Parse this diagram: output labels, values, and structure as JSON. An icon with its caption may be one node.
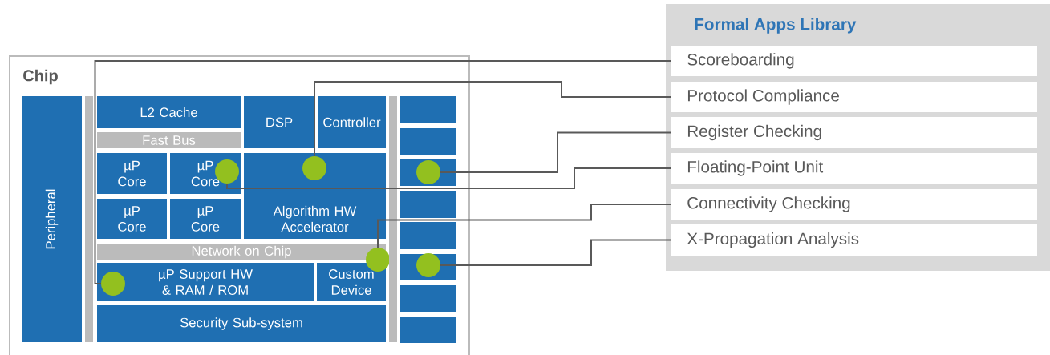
{
  "diagram": {
    "nodes": [
      {
        "text": [
          "Chip"
        ]
      },
      {
        "text": [
          "Peripheral"
        ],
        "in": 0
      },
      {
        "text": [
          "L2 Cache"
        ],
        "in": 0
      },
      {
        "text": [
          "Fast Bus"
        ],
        "in": 0
      },
      {
        "text": [
          "DSP"
        ],
        "in": 0
      },
      {
        "text": [
          "Controller"
        ],
        "in": 0
      },
      {
        "text": [
          "µP Core"
        ],
        "in": 0
      },
      {
        "text": [
          "µP Core"
        ],
        "in": 0
      },
      {
        "text": [
          "µP Core"
        ],
        "in": 0
      },
      {
        "text": [
          "µP Core"
        ],
        "in": 0
      },
      {
        "text": [
          "Algorithm HW Accelerator"
        ],
        "in": 0
      },
      {
        "text": [
          "Network on Chip"
        ],
        "in": 0
      },
      {
        "text": [
          "µP Support HW & RAM / ROM"
        ],
        "in": 0
      },
      {
        "text": [
          "Custom Device"
        ],
        "in": 0
      },
      {
        "text": [
          "Security Sub-system"
        ],
        "in": 0
      },
      {
        "text": [],
        "shape": "box",
        "in": 0
      },
      {
        "text": [],
        "shape": "box",
        "in": 0
      },
      {
        "text": [],
        "shape": "box",
        "in": 0
      },
      {
        "text": [],
        "shape": "box",
        "in": 0
      },
      {
        "text": [],
        "shape": "box",
        "in": 0
      },
      {
        "text": [],
        "shape": "box",
        "in": 0
      },
      {
        "text": [],
        "shape": "box",
        "in": 0
      },
      {
        "text": [],
        "shape": "box",
        "in": 0
      },
      {
        "text": [],
        "shape": "circle",
        "in": 10
      },
      {
        "text": [],
        "shape": "circle",
        "in": 7
      },
      {
        "text": [],
        "shape": "circle",
        "in": 17
      },
      {
        "text": [],
        "shape": "circle",
        "in": 0
      },
      {
        "text": [],
        "shape": "circle",
        "in": 20
      },
      {
        "text": [],
        "shape": "circle",
        "in": 12
      },
      {
        "text": [
          "Formal Apps Library"
        ]
      },
      {
        "text": [
          "Scoreboarding"
        ],
        "in": 29
      },
      {
        "text": [
          "Protocol Compliance"
        ],
        "in": 29
      },
      {
        "text": [
          "Register Checking"
        ],
        "in": 29
      },
      {
        "text": [
          "Floating-Point Unit"
        ],
        "in": 29
      },
      {
        "text": [
          "Connectivity Checking"
        ],
        "in": 29
      },
      {
        "text": [
          "X-Propagation Analysis"
        ],
        "in": 29
      },
      {
        "text": [],
        "shape": "bar",
        "in": 0
      },
      {
        "text": [],
        "shape": "bar",
        "in": 0
      }
    ],
    "edges": [
      {
        "from": 28,
        "to": 30,
        "arrow": "none"
      },
      {
        "from": 23,
        "to": 31,
        "arrow": "none"
      },
      {
        "from": 25,
        "to": 32,
        "arrow": "none"
      },
      {
        "from": 24,
        "to": 33,
        "arrow": "none"
      },
      {
        "from": 26,
        "to": 34,
        "arrow": "none"
      },
      {
        "from": 27,
        "to": 35,
        "arrow": "none"
      }
    ]
  }
}
